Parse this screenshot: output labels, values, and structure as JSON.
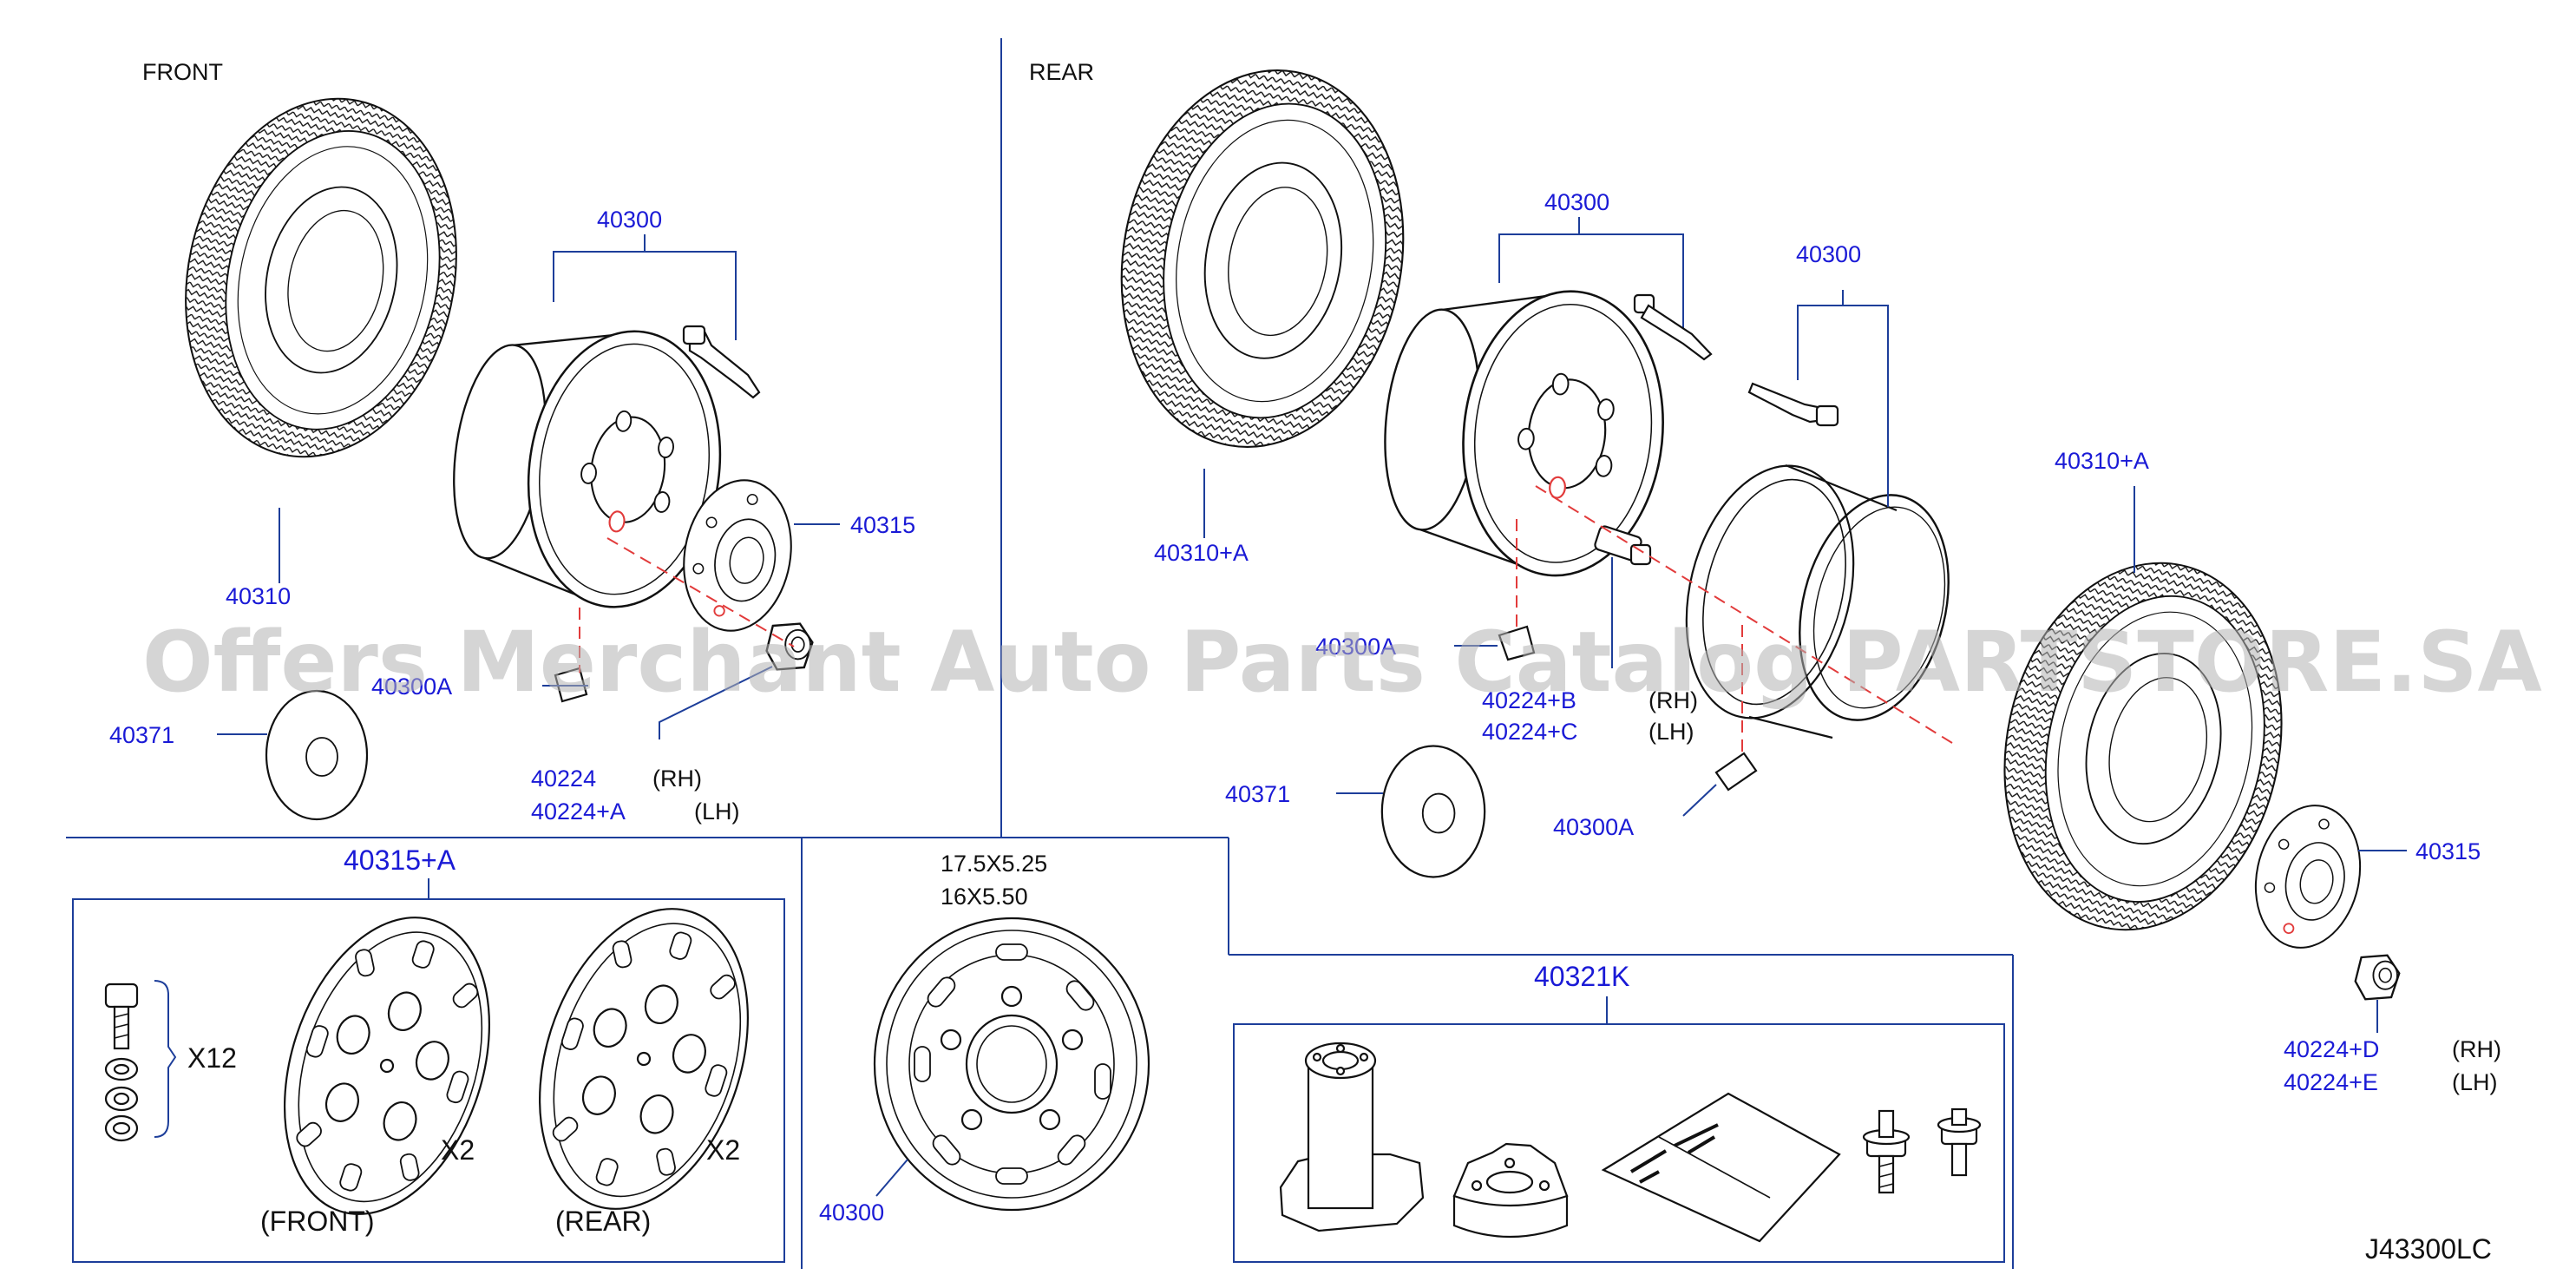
{
  "section_labels": {
    "front": "FRONT",
    "rear": "REAR"
  },
  "drawing_code": "J43300LC",
  "watermark": "Offers Merchant Auto Parts Catalog PARTSTORE.SA",
  "front": {
    "tire": "40310",
    "wheel": "40300",
    "cap": "40315",
    "valve": "40300A",
    "washer": "40371",
    "nut_rh": "40224",
    "nut_lh": "40224+A",
    "rh": "(RH)",
    "lh": "(LH)"
  },
  "rear": {
    "tire_left": "40310+A",
    "tire_right": "40310+A",
    "wheel_inner": "40300",
    "wheel_outer": "40300",
    "valve_inner": "40300A",
    "valve_outer": "40300A",
    "washer": "40371",
    "cap": "40315",
    "inner_nut_rh": "40224+B",
    "inner_nut_lh": "40224+C",
    "outer_nut_rh": "40224+D",
    "outer_nut_lh": "40224+E",
    "rh": "(RH)",
    "lh": "(LH)"
  },
  "wheel_cover_box": {
    "part": "40315+A",
    "bolt_qty": "X12",
    "front_qty": "X2",
    "rear_qty": "X2",
    "front_caption": "(FRONT)",
    "rear_caption": "(REAR)"
  },
  "wheel_box": {
    "size_1": "17.5X5.25",
    "size_2": "16X5.50",
    "part": "40300"
  },
  "tool_box": {
    "part": "40321K"
  }
}
